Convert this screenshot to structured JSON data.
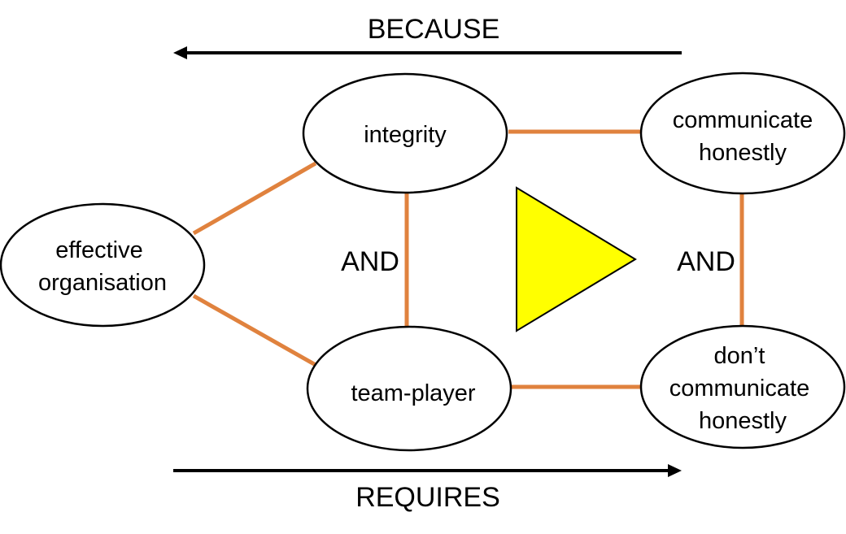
{
  "colors": {
    "connector": "#E0823E",
    "arrow": "#000000",
    "triangle_fill": "#FFFF00",
    "triangle_stroke": "#000000"
  },
  "top_arrow": {
    "label": "BECAUSE",
    "direction": "left"
  },
  "bottom_arrow": {
    "label": "REQUIRES",
    "direction": "right"
  },
  "nodes": {
    "effective_organisation": {
      "lines": [
        "effective",
        "organisation"
      ]
    },
    "integrity": {
      "lines": [
        "integrity"
      ]
    },
    "team_player": {
      "lines": [
        "team-player"
      ]
    },
    "communicate_honestly": {
      "lines": [
        "communicate",
        "honestly"
      ]
    },
    "dont_communicate_honestly": {
      "lines": [
        "don’t",
        "communicate",
        "honestly"
      ]
    }
  },
  "conjunctions": {
    "left": "AND",
    "right": "AND"
  },
  "center_symbol": "right-pointing-triangle"
}
